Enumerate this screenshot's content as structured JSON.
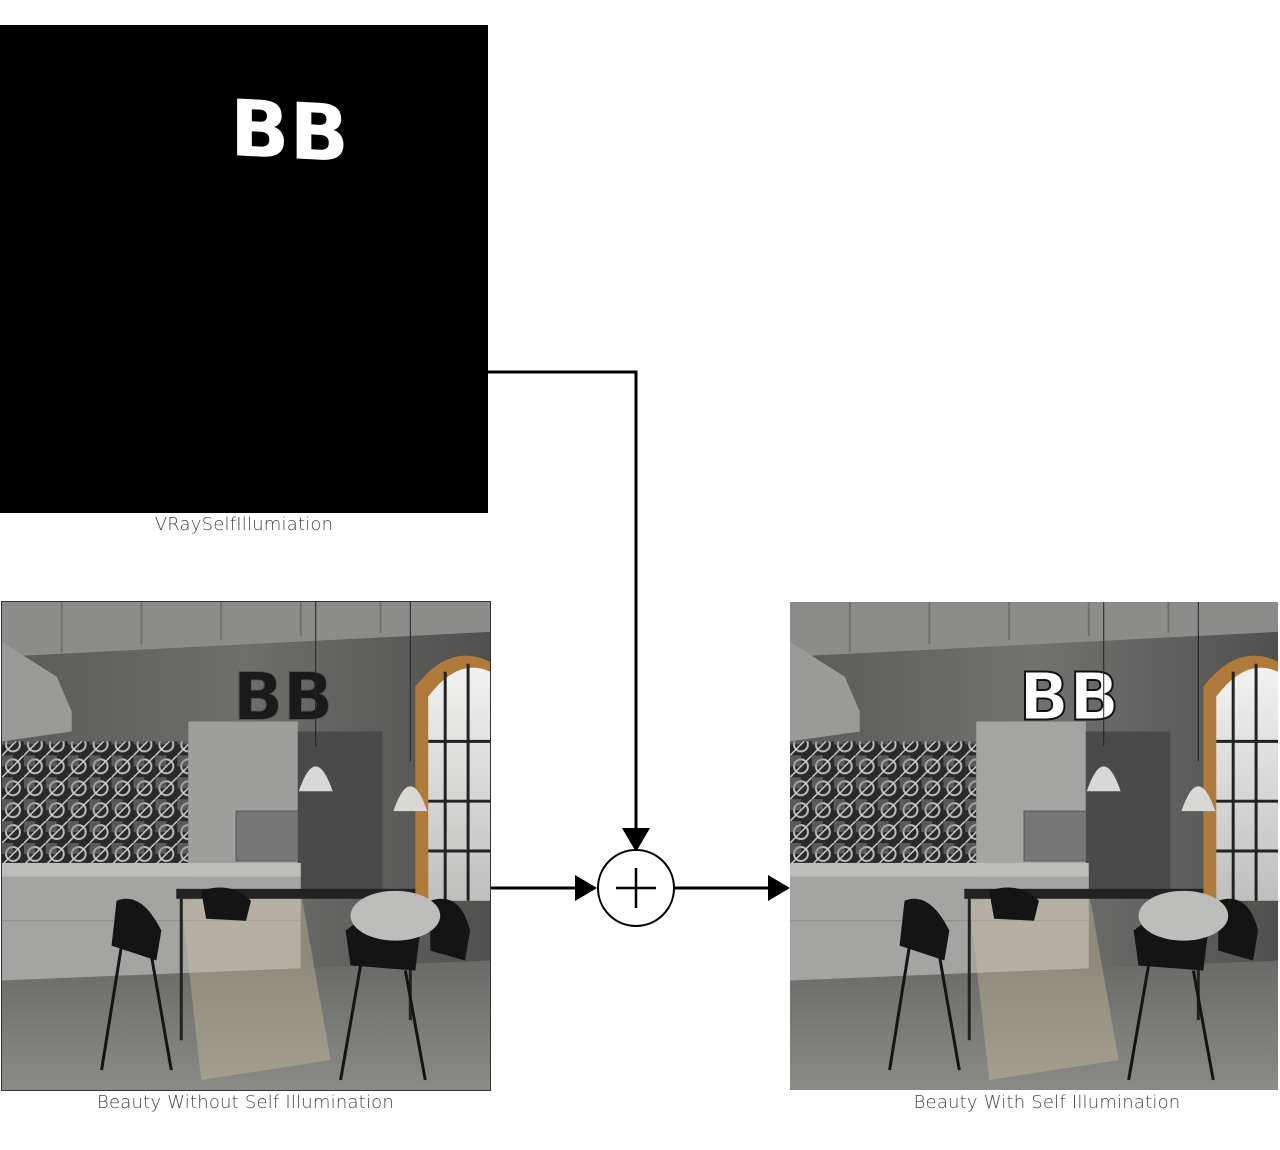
{
  "panels": {
    "self_illumination": {
      "caption": "VRaySelfIllumiation",
      "logo_text": "BB"
    },
    "beauty_without": {
      "caption": "Beauty Without Self Illumination",
      "logo_text": "BB"
    },
    "beauty_with": {
      "caption": "Beauty With Self Illumination",
      "logo_text": "BB"
    }
  },
  "operator": {
    "symbol": "+"
  },
  "colors": {
    "background": "#ffffff",
    "line": "#000000",
    "caption": "#444444",
    "render_black": "#000000",
    "logo_glow": "#ffffff"
  }
}
